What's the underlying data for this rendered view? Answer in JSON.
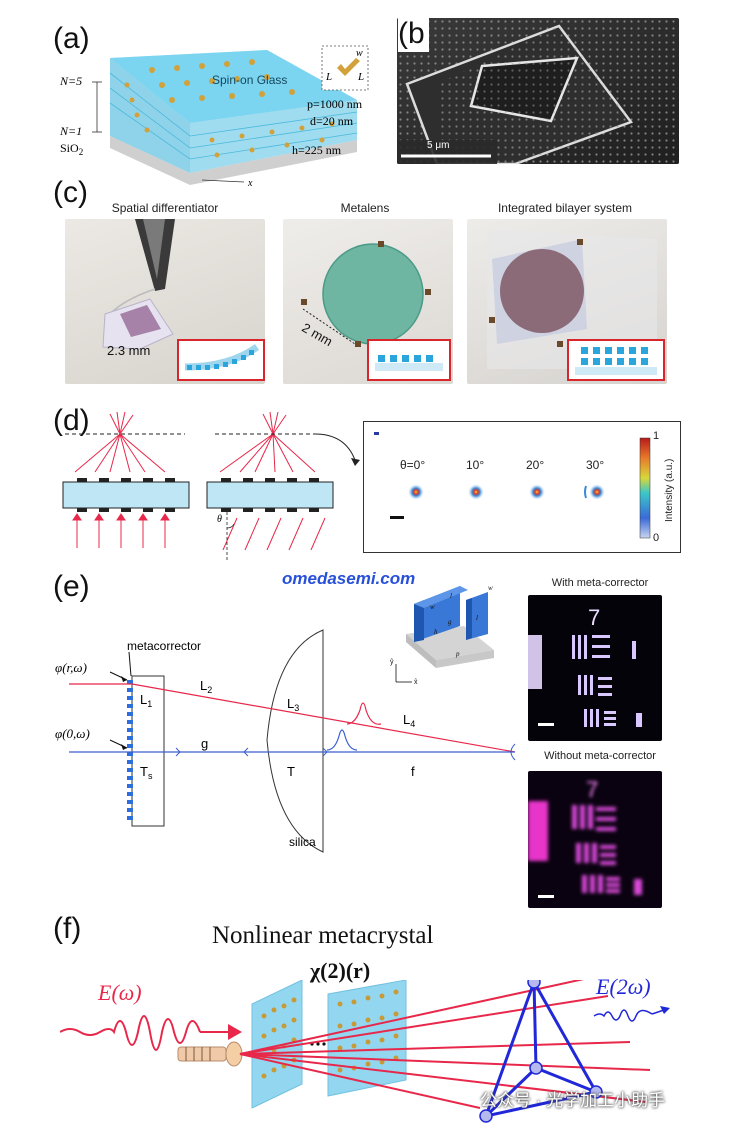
{
  "panels": {
    "a": {
      "label": "(a)",
      "layer_top": "N=5",
      "layer_bottom": "N=1",
      "substrate": "SiO",
      "substrate_sub": "2",
      "top_label": "Spin-on Glass",
      "dim_p": "p=1000 nm",
      "dim_d": "d=20 nm",
      "dim_h": "h=225 nm",
      "axis_x": "x",
      "unit_L": "L",
      "unit_w": "w"
    },
    "b": {
      "label": "(b",
      "scalebar": "5 μm"
    },
    "c": {
      "label": "(c)",
      "items": [
        {
          "title": "Spatial differentiator",
          "measure": "2.3 mm"
        },
        {
          "title": "Metalens",
          "measure": "2 mm"
        },
        {
          "title": "Integrated bilayer system",
          "measure": ""
        }
      ]
    },
    "d": {
      "label": "(d)",
      "theta_sym": "θ",
      "angles": [
        "θ=0°",
        "10°",
        "20°",
        "30°"
      ],
      "colorbar_max": "1",
      "colorbar_min": "0",
      "colorbar_label": "Intensity (a.u.)"
    },
    "e": {
      "label": "(e)",
      "site": "omedasemi.com",
      "metacorrector": "metacorrector",
      "phi_r": "φ(r,ω)",
      "phi_0": "φ(0,ω)",
      "L1": "L",
      "L1_sub": "1",
      "L2": "L",
      "L2_sub": "2",
      "L3": "L",
      "L3_sub": "3",
      "L4": "L",
      "L4_sub": "4",
      "g": "g",
      "Ts": "T",
      "Ts_sub": "s",
      "T": "T",
      "f": "f",
      "silica": "silica",
      "with_title": "With meta-corrector",
      "without_title": "Without meta-corrector",
      "unit_labels": [
        "w",
        "l",
        "w",
        "l",
        "g",
        "h",
        "p"
      ],
      "unit_axes": [
        "ŷ",
        "x̂"
      ]
    },
    "f": {
      "label": "(f)",
      "title": "Nonlinear metacrystal",
      "chi": "χ(2)(r)",
      "E_in": "E(ω)",
      "E_out": "E(2ω)",
      "watermark": "公众号 · 光学加工小助手"
    }
  },
  "colors": {
    "red_ray": "#e8284a",
    "blue_ray": "#3a5fcf",
    "meta_blue": "#2c6ee0",
    "cyan": "#7fd6ee"
  }
}
